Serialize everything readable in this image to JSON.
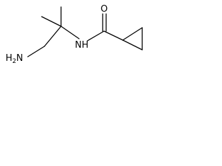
{
  "molecule": {
    "atoms": {
      "amine": {
        "main": "H",
        "subscript": "2",
        "element": "N"
      },
      "amide_nitrogen": {
        "label": "NH"
      },
      "carbonyl_oxygen": {
        "label": "O"
      }
    }
  }
}
